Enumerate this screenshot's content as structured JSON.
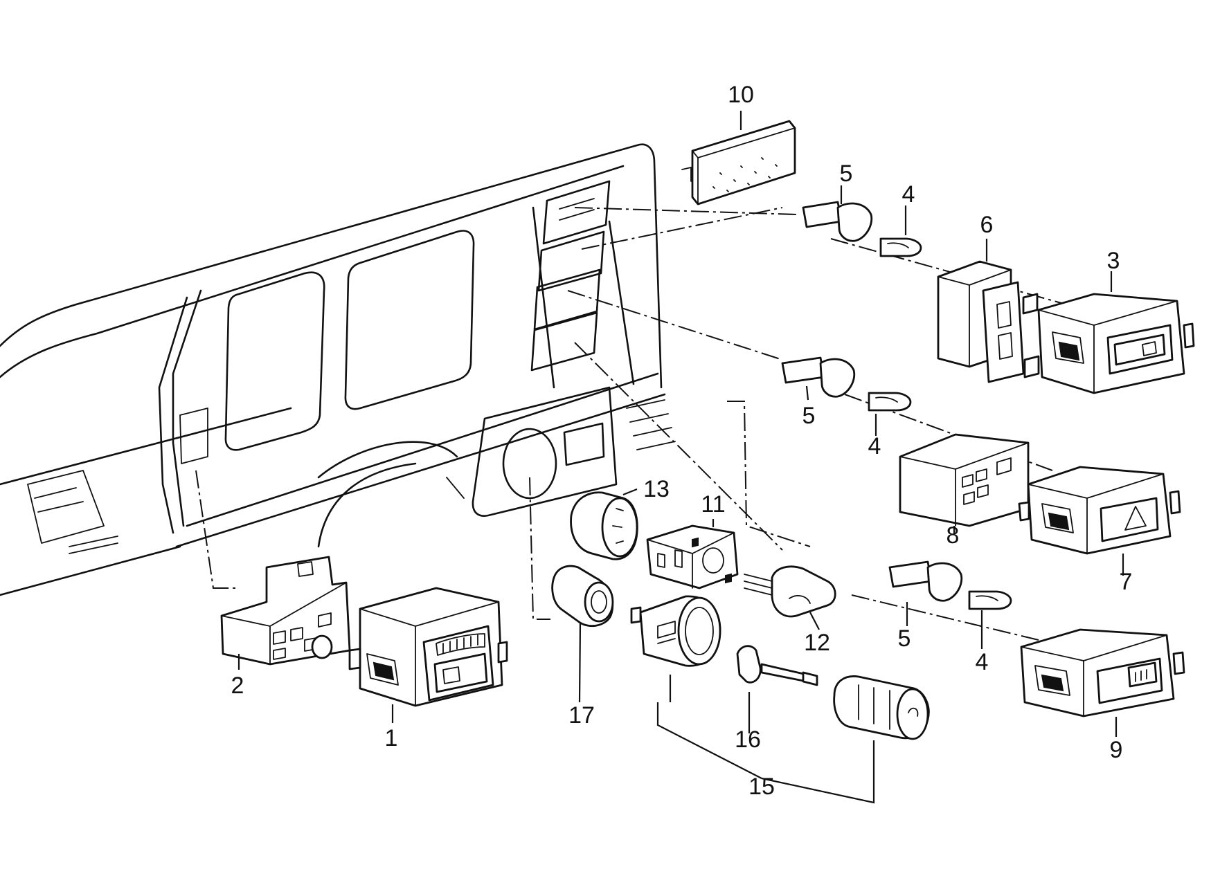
{
  "diagram": {
    "callouts": [
      {
        "id": "label-1",
        "text": "1"
      },
      {
        "id": "label-2",
        "text": "2"
      },
      {
        "id": "label-3",
        "text": "3"
      },
      {
        "id": "label-4a",
        "text": "4"
      },
      {
        "id": "label-4b",
        "text": "4"
      },
      {
        "id": "label-4c",
        "text": "4"
      },
      {
        "id": "label-5a",
        "text": "5"
      },
      {
        "id": "label-5b",
        "text": "5"
      },
      {
        "id": "label-5c",
        "text": "5"
      },
      {
        "id": "label-6",
        "text": "6"
      },
      {
        "id": "label-7",
        "text": "7"
      },
      {
        "id": "label-8",
        "text": "8"
      },
      {
        "id": "label-9",
        "text": "9"
      },
      {
        "id": "label-10",
        "text": "10"
      },
      {
        "id": "label-11",
        "text": "11"
      },
      {
        "id": "label-12",
        "text": "12"
      },
      {
        "id": "label-13",
        "text": "13"
      },
      {
        "id": "label-15",
        "text": "15"
      },
      {
        "id": "label-16",
        "text": "16"
      },
      {
        "id": "label-17",
        "text": "17"
      }
    ]
  }
}
